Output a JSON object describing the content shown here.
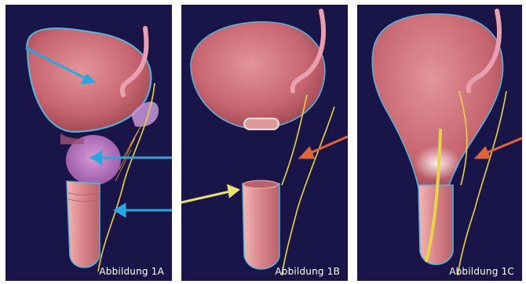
{
  "figures": [
    {
      "caption": "Abbildung 1A"
    },
    {
      "caption": "Abbildung 1B"
    },
    {
      "caption": "Abbildung 1C"
    }
  ],
  "colors": {
    "background": "#1a1549",
    "organ": "#c9707a",
    "tube": "#d9848a",
    "blue_arrow": "#2aa6e0",
    "yellow_nerve": "#e8d24a",
    "orange_arrow": "#e0643a",
    "outline": "#5ab4dc"
  }
}
